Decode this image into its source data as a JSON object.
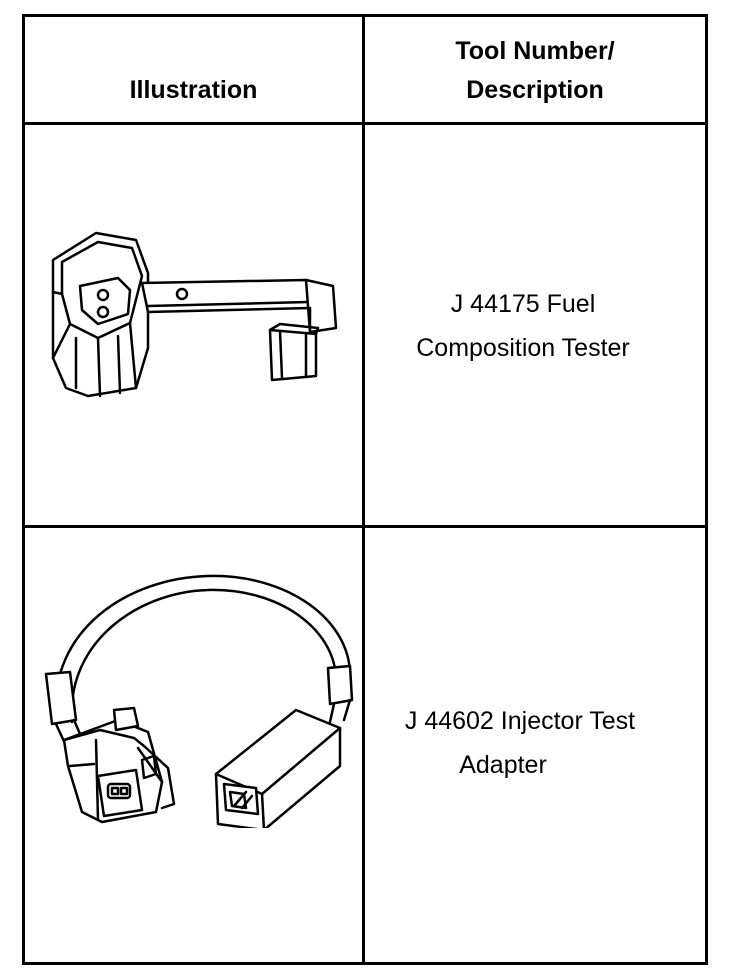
{
  "table": {
    "headers": {
      "illustration": "Illustration",
      "tool_line1": "Tool Number/",
      "tool_line2": "Description"
    },
    "rows": [
      {
        "line1": "J 44175 Fuel",
        "line2": "Composition Tester",
        "icon": "fuel-composition-tester-icon"
      },
      {
        "line1": "J 44602 Injector Test",
        "line2": "Adapter",
        "icon": "injector-test-adapter-icon"
      }
    ]
  },
  "colors": {
    "line": "#000000",
    "background": "#ffffff"
  }
}
